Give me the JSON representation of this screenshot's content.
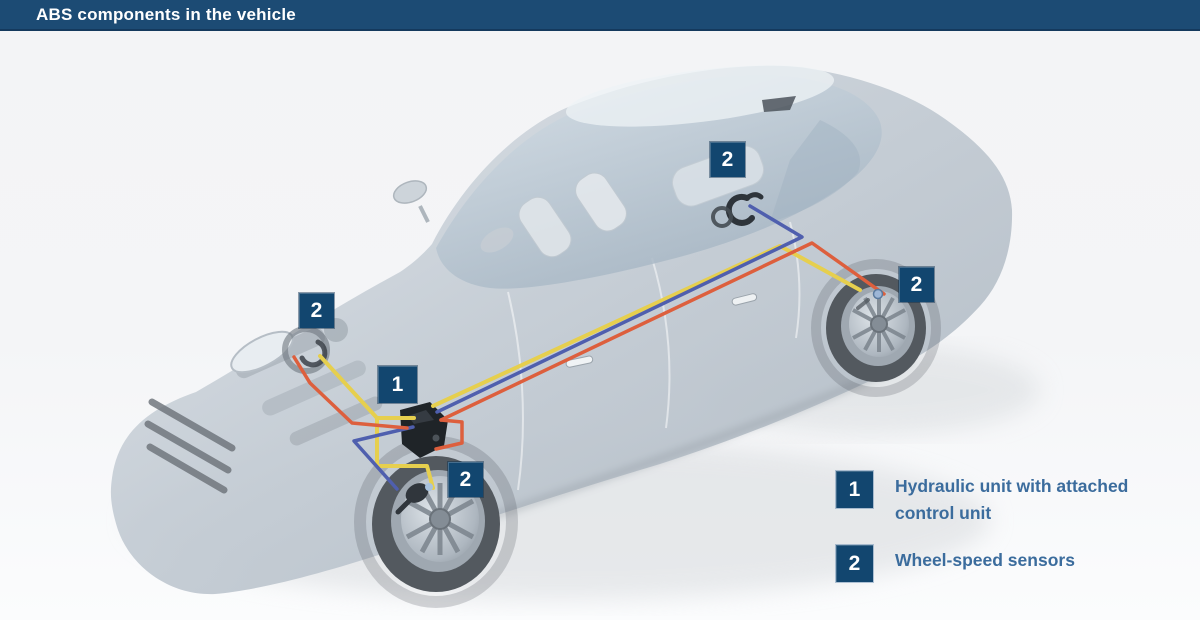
{
  "header": {
    "title": "ABS components in the vehicle"
  },
  "markers": {
    "hydraulic_unit": {
      "label": "1"
    },
    "wheel_speed_sensor": {
      "label": "2"
    }
  },
  "legend": {
    "items": [
      {
        "number": "1",
        "label": "Hydraulic unit with attached control unit"
      },
      {
        "number": "2",
        "label": "Wheel-speed sensors"
      }
    ]
  },
  "diagram": {
    "subject": "Sedan shown as transparent cutaway with ABS components highlighted",
    "components": [
      "Hydraulic unit with attached control unit (marker 1, center of car)",
      "Wheel-speed sensor front left (marker 2)",
      "Wheel-speed sensor front right (marker 2)",
      "Wheel-speed sensor rear left (marker 2)",
      "Wheel-speed sensor rear right (marker 2)"
    ]
  },
  "colors": {
    "header_bg": "#1c4b74",
    "marker_bg": "#12466f",
    "legend_text": "#3b6c9d",
    "brake_line_yellow": "#e6cf4e",
    "brake_line_blue": "#4f5fae",
    "brake_line_red": "#dd5f3d",
    "background": "#f3f4f6",
    "car_body": "#c5cdd5"
  }
}
